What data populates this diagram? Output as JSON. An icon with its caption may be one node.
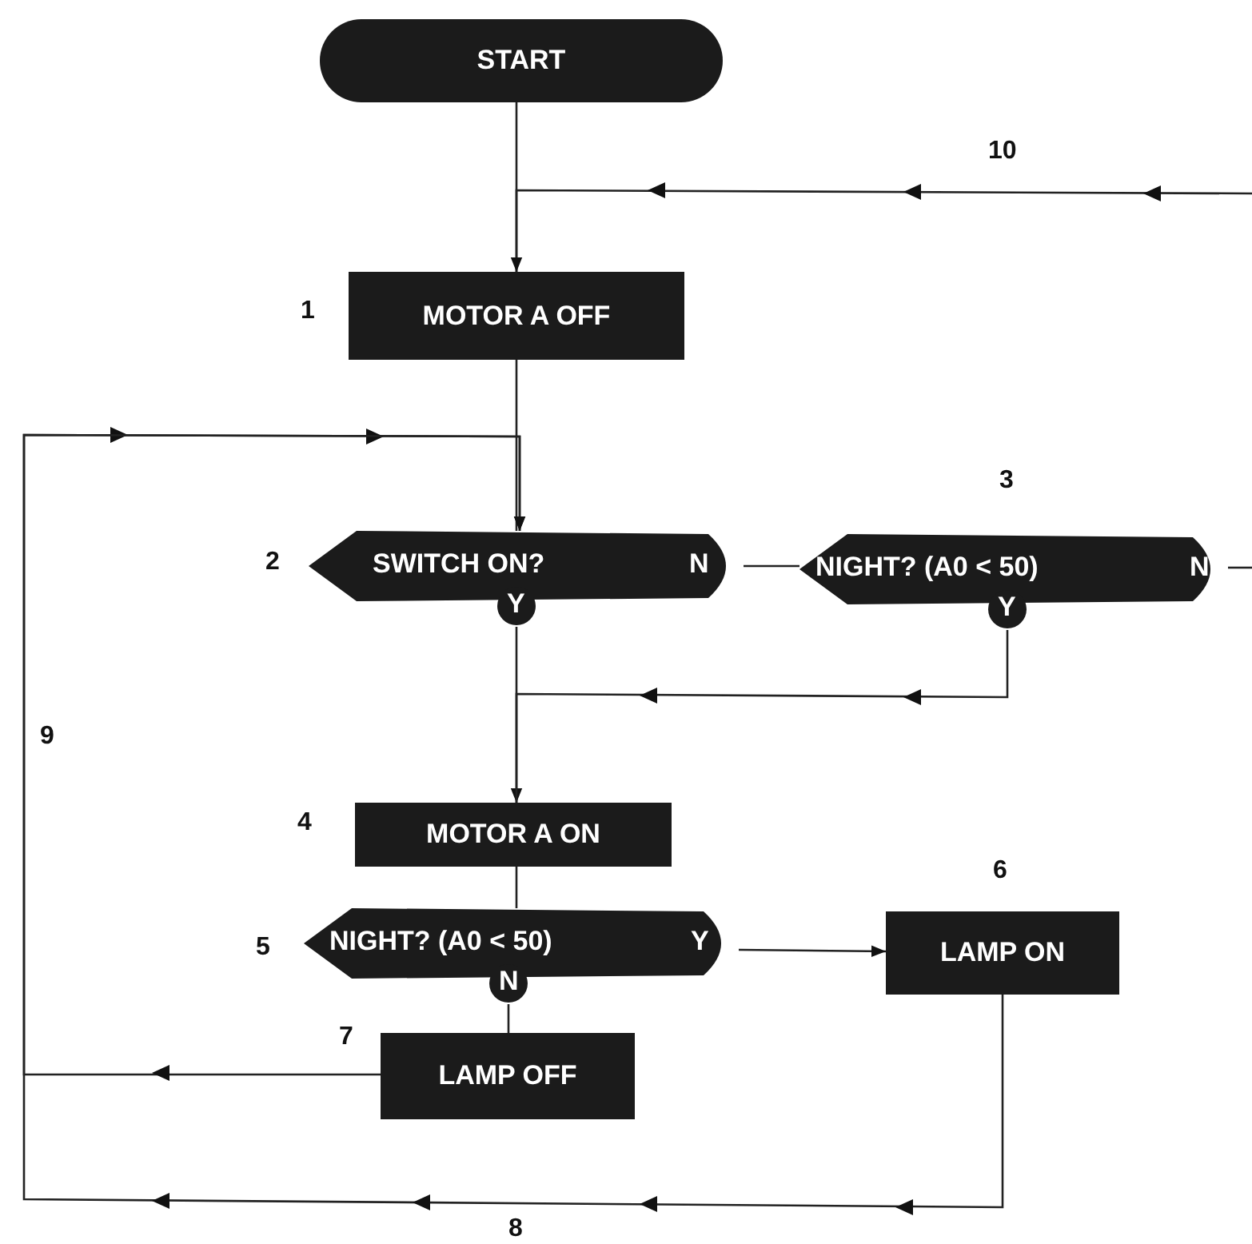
{
  "diagram": {
    "nodes": [
      {
        "text": [
          "START"
        ]
      },
      {
        "text": [
          "MOTOR A OFF"
        ],
        "beside": [
          "1"
        ]
      },
      {
        "text": [
          "SWITCH ON?",
          "N",
          "Y"
        ],
        "beside": [
          "2"
        ]
      },
      {
        "text": [
          "NIGHT? (A0 < 50)",
          "N",
          "Y"
        ],
        "beside": [
          "3"
        ]
      },
      {
        "text": [
          "MOTOR A ON"
        ],
        "beside": [
          "4"
        ]
      },
      {
        "text": [
          "NIGHT? (A0 < 50)",
          "Y",
          "N"
        ],
        "beside": [
          "5"
        ]
      },
      {
        "text": [
          "LAMP ON"
        ],
        "beside": [
          "6"
        ]
      },
      {
        "text": [
          "LAMP OFF"
        ],
        "beside": [
          "7"
        ]
      }
    ],
    "edges": [
      {
        "from": 0,
        "to": 1,
        "arrow": "none"
      },
      {
        "from": 1,
        "to": 2,
        "arrow": "none"
      },
      {
        "from": 2,
        "to": 3,
        "arrow": "none"
      },
      {
        "from": 3,
        "to": null,
        "arrow": "none"
      },
      {
        "from": null,
        "to": 1,
        "arrow": "to",
        "label": "10"
      },
      {
        "from": 3,
        "to": 4,
        "arrow": "to"
      },
      {
        "from": 2,
        "to": 4,
        "arrow": "none"
      },
      {
        "from": 4,
        "to": 5,
        "arrow": "none"
      },
      {
        "from": 5,
        "to": 6,
        "arrow": "to"
      },
      {
        "from": 5,
        "to": 7,
        "arrow": "none"
      },
      {
        "from": 7,
        "to": 2,
        "arrow": "to",
        "label": "9"
      },
      {
        "from": 6,
        "to": 2,
        "arrow": "to",
        "label": "8"
      }
    ]
  }
}
